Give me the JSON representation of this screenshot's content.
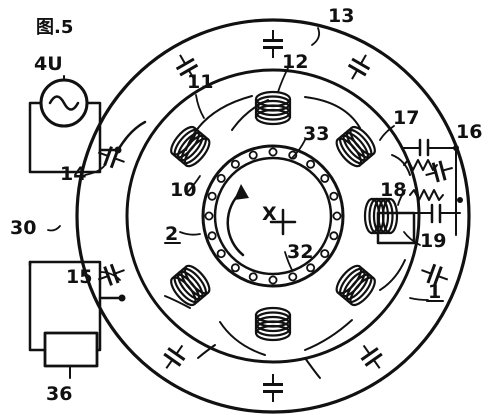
{
  "figure": {
    "title": "图.5"
  },
  "labels": {
    "l13": "13",
    "l12": "12",
    "l11": "11",
    "l33": "33",
    "l17": "17",
    "l16": "16",
    "l4u": "4U",
    "l14": "14",
    "l10": "10",
    "l18": "18",
    "l19": "19",
    "l30": "30",
    "l2": "2",
    "lx": "X",
    "l32": "32",
    "l15": "15",
    "l1": "1",
    "l36": "36"
  },
  "colors": {
    "ink": "#111111",
    "background": "#ffffff"
  }
}
